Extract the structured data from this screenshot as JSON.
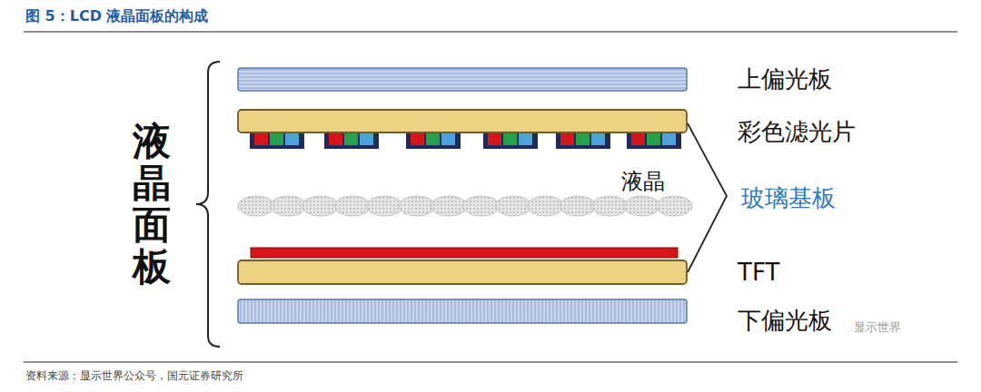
{
  "diagram": {
    "title": "图 5：LCD 液晶面板的构成",
    "caption": "资料来源：显示世界公众号，国元证券研究所",
    "labels": [
      "液晶面板",
      "上偏光板",
      "彩色滤光片",
      "液晶",
      "玻璃基板",
      "TFT",
      "下偏光板",
      "显示世界"
    ]
  }
}
